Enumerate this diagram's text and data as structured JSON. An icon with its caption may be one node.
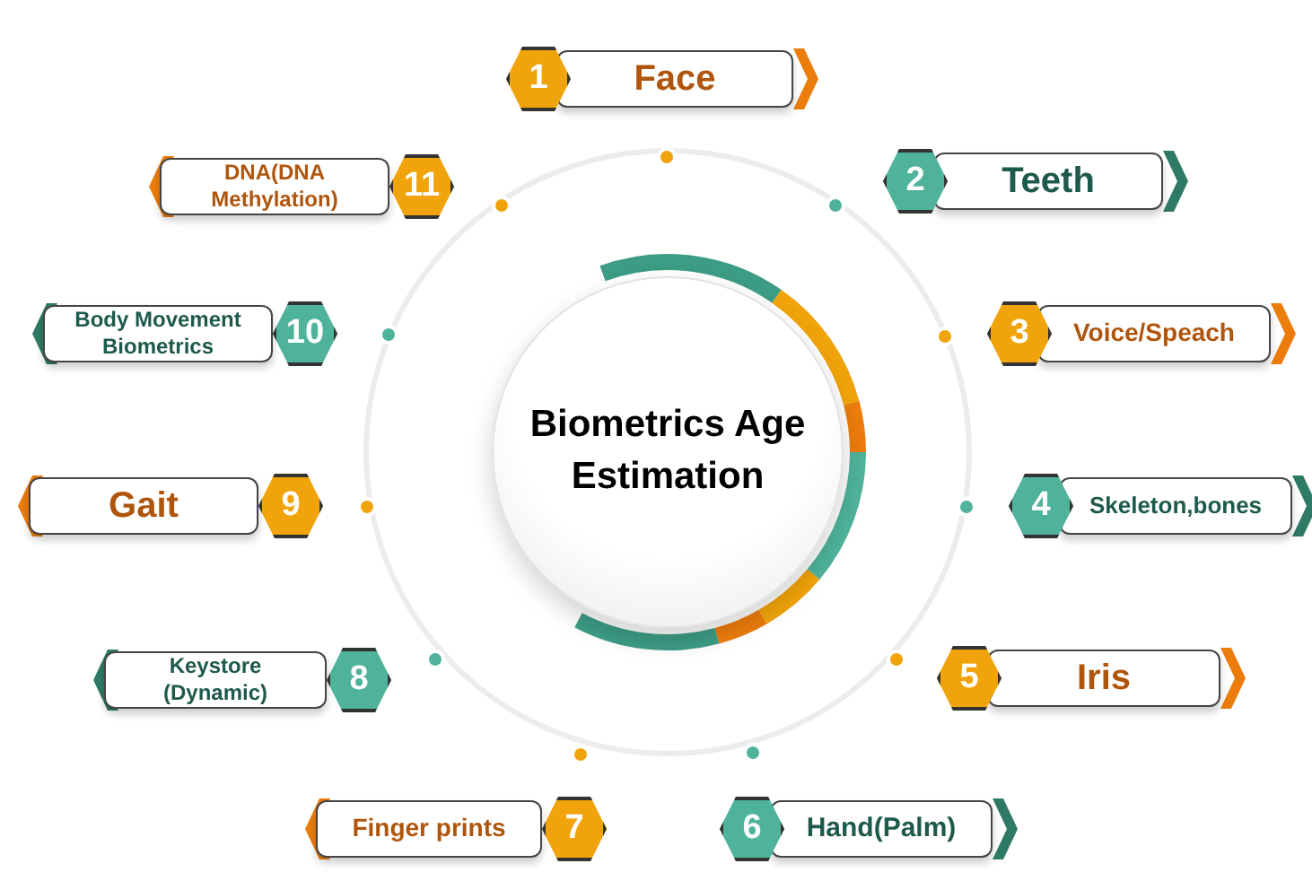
{
  "diagram": {
    "nodes": [
      {
        "text": [
          "Biometrics Age Estimation"
        ]
      },
      {
        "text": [
          "1",
          "Face"
        ]
      },
      {
        "text": [
          "2",
          "Teeth"
        ]
      },
      {
        "text": [
          "3",
          "Voice/Speach"
        ]
      },
      {
        "text": [
          "4",
          "Skeleton,bones"
        ]
      },
      {
        "text": [
          "5",
          "Iris"
        ]
      },
      {
        "text": [
          "6",
          "Hand(Palm)"
        ]
      },
      {
        "text": [
          "Finger prints",
          "7"
        ]
      },
      {
        "text": [
          "Keystore (Dynamic)",
          "8"
        ]
      },
      {
        "text": [
          "Gait",
          "9"
        ]
      },
      {
        "text": [
          "Body Movement Biometrics",
          "10"
        ]
      },
      {
        "text": [
          "DNA(DNA Methylation)",
          "11"
        ]
      }
    ]
  }
}
